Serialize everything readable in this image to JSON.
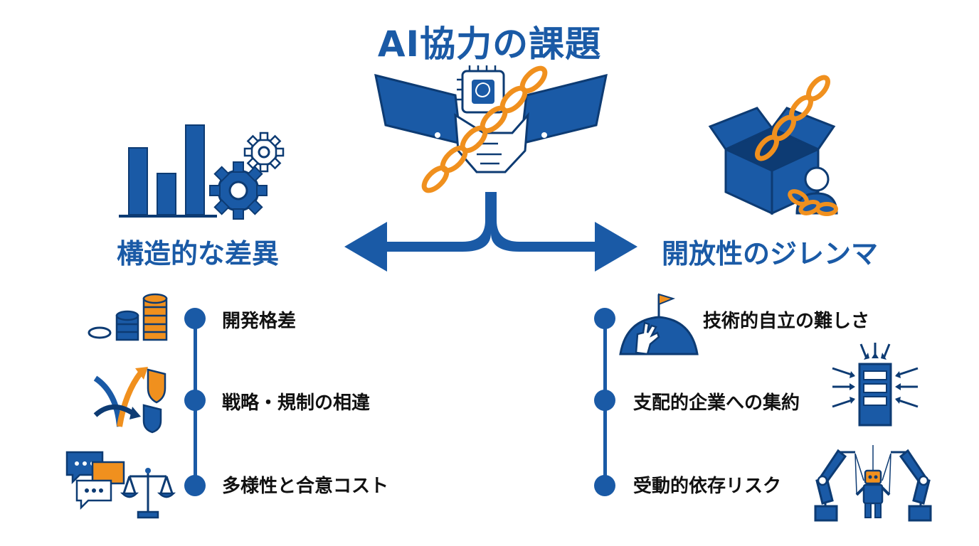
{
  "title": "AI協力の課題",
  "left": {
    "heading": "構造的な差異",
    "items": [
      {
        "label": "開発格差",
        "icon": "coins-stack-icon"
      },
      {
        "label": "戦略・規制の相違",
        "icon": "diverging-arrows-shields-icon"
      },
      {
        "label": "多様性と合意コスト",
        "icon": "speech-bubbles-scale-icon"
      }
    ]
  },
  "right": {
    "heading": "開放性のジレンマ",
    "items": [
      {
        "label": "技術的自立の難しさ",
        "icon": "hand-climbing-flag-icon"
      },
      {
        "label": "支配的企業への集約",
        "icon": "server-converging-arrows-icon"
      },
      {
        "label": "受動的依存リスク",
        "icon": "robot-marionette-arms-icon"
      }
    ]
  },
  "colors": {
    "primary": "#1a5aa6",
    "accent": "#f0901e",
    "text": "#111111"
  }
}
